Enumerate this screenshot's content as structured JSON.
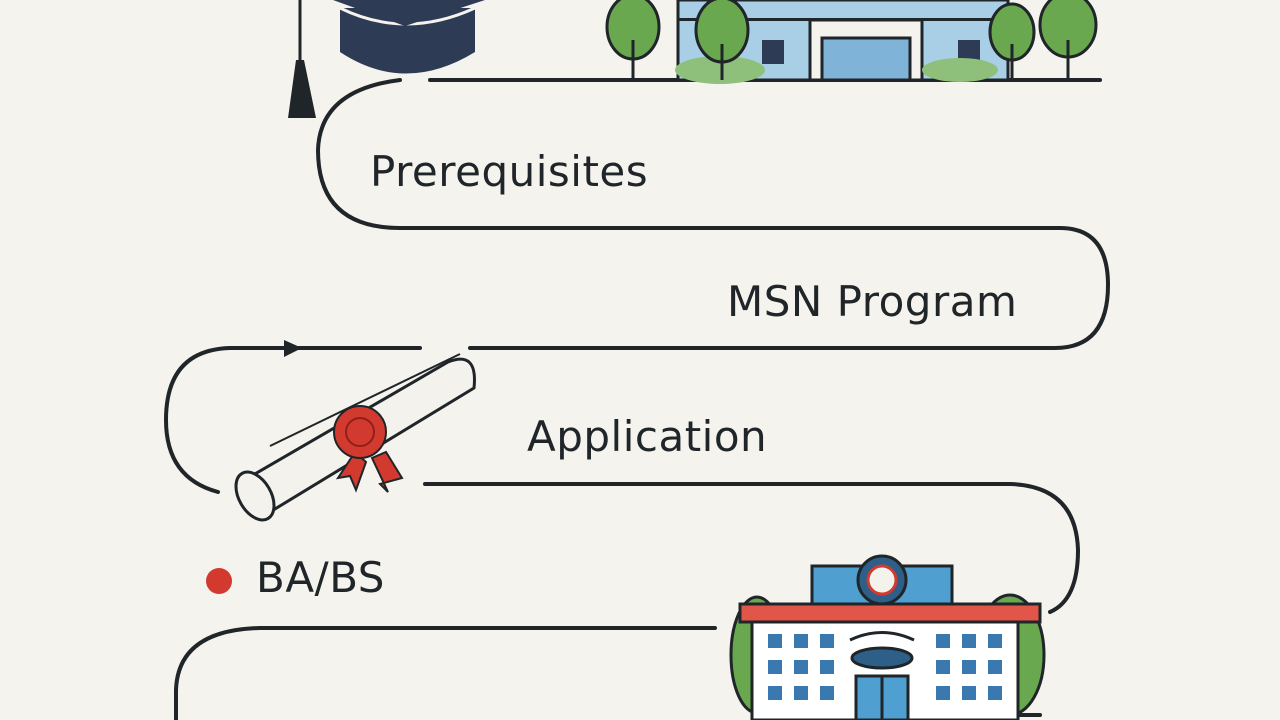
{
  "steps": {
    "prerequisites": "Prerequisites",
    "msn_program": "MSN Program",
    "application": "Application",
    "ba_bs": "BA/BS"
  },
  "colors": {
    "path": "#1f2528",
    "accent_red": "#d23a2f",
    "cap_navy": "#2e3b55",
    "building_blue": "#7fb3d8",
    "tree_green": "#6aa84f",
    "background": "#f5f3ee"
  },
  "icons": [
    "graduation-cap-icon",
    "campus-building-icon",
    "diploma-scroll-icon",
    "university-building-icon",
    "tree-icon"
  ]
}
